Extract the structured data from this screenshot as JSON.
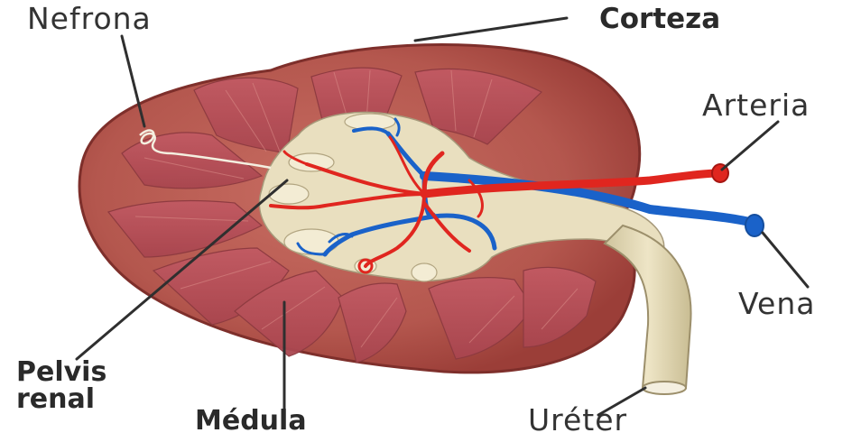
{
  "diagram": {
    "labels": {
      "nefrona": "Nefrona",
      "corteza": "Corteza",
      "arteria": "Arteria",
      "vena": "Vena",
      "pelvis_line1": "Pelvis",
      "pelvis_line2": "renal",
      "medula": "Médula",
      "ureter": "Uréter"
    },
    "colors": {
      "cortex": "#b4584f",
      "cortex_edge": "#7e2f2b",
      "medulla_pyramid": "#b8505a",
      "pelvis": "#e9dfbf",
      "artery": "#e0261f",
      "vein": "#1a62c9",
      "ureter": "#e6dcb9",
      "text": "#2f2f2f"
    }
  }
}
